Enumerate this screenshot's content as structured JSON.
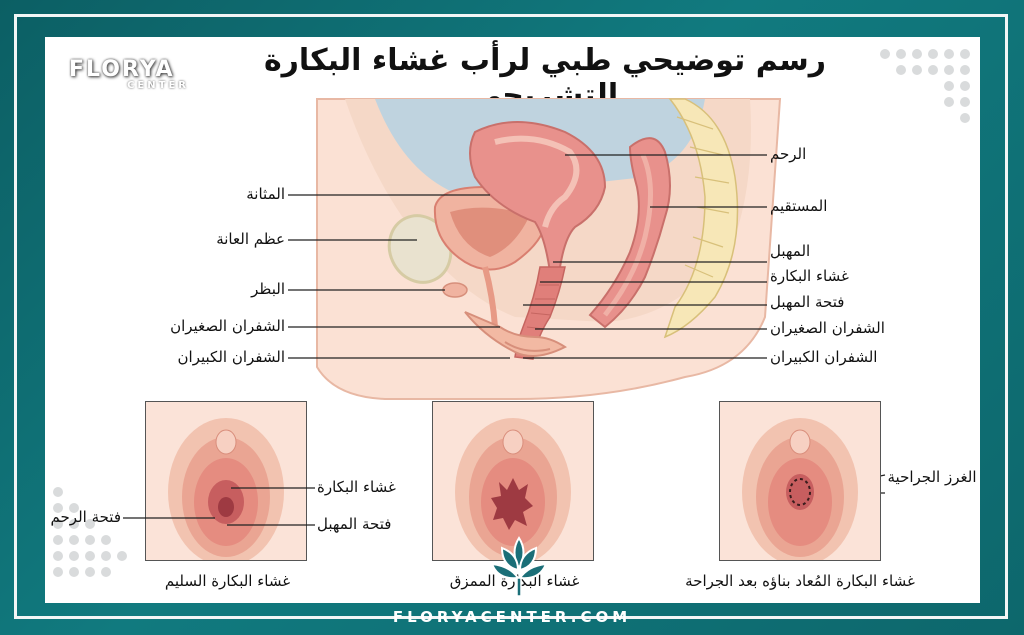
{
  "title": "رسم توضيحي طبي لرأب غشاء البكارة التشريحي",
  "logo": {
    "main": "FLORYA",
    "sub": "CENTER"
  },
  "footer": "FLORYACENTER.COM",
  "colors": {
    "frame": "#0e6e73",
    "tissue": "#f2b9a3",
    "muscle": "#e48a85",
    "bone": "#f7e7b7"
  },
  "labels_left": {
    "bladder": "المثانة",
    "pubic_bone": "عظم العانة",
    "clitoris": "البظر",
    "labia_minora": "الشفران الصغيران",
    "labia_majora": "الشفران الكبيران"
  },
  "labels_right": {
    "uterus": "الرحم",
    "rectum": "المستقيم",
    "vagina": "المهبل",
    "hymen": "غشاء البكارة",
    "vaginal_opening": "فتحة المهبل",
    "labia_minora": "الشفران الصغيران",
    "labia_majora": "الشفران الكبيران"
  },
  "insets": [
    {
      "caption": "غشاء البكارة السليم",
      "labels": {
        "hymen": "غشاء البكارة",
        "vaginal_opening": "فتحة المهبل",
        "uterus_opening": "فتحة الرحم"
      }
    },
    {
      "caption": "غشاء البكارة الممزق"
    },
    {
      "caption": "غشاء البكارة المُعاد بناؤه بعد الجراحة",
      "labels": {
        "sutures": "الغرز الجراحية"
      }
    }
  ]
}
